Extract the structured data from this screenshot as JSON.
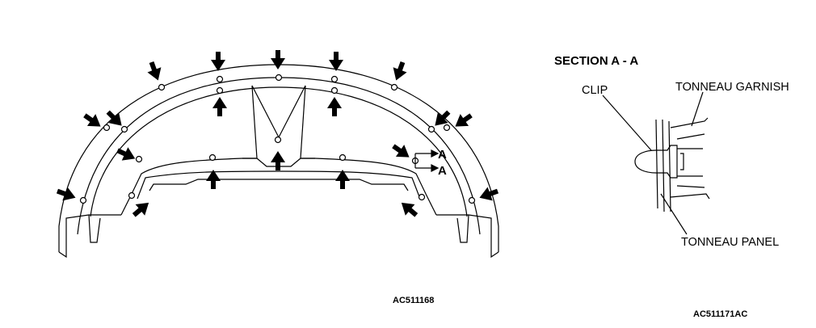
{
  "section_title": "SECTION A - A",
  "labels": {
    "clip": "CLIP",
    "tonneau_garnish": "TONNEAU GARNISH",
    "tonneau_panel": "TONNEAU PANEL"
  },
  "section_markers": [
    "A",
    "A"
  ],
  "figure_codes": {
    "main": "AC511168",
    "section": "AC511171AC"
  },
  "icons": {
    "arrow": "clip-location-arrow-icon",
    "hole": "clip-hole-icon"
  }
}
